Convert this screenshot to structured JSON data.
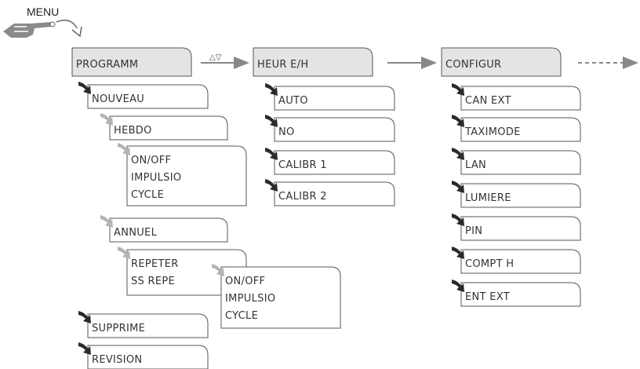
{
  "menu_label": "MENU",
  "arrow_symbols": "△▽",
  "colors": {
    "box_fill": "#ffffff",
    "header_fill": "#e4e4e4",
    "stroke": "#555555",
    "dark_arrow": "#2a2a2a",
    "light_arrow": "#b4b4b4",
    "link_arrow": "#888888"
  },
  "programm": {
    "title": "PROGRAMM",
    "nouveau": "NOUVEAU",
    "hebdo": "HEBDO",
    "hebdo_modes": [
      "ON/OFF",
      "IMPULSIO",
      "CYCLE"
    ],
    "annuel": "ANNUEL",
    "annuel_options": [
      "REPETER",
      "SS REPE"
    ],
    "annuel_modes": [
      "ON/OFF",
      "IMPULSIO",
      "CYCLE"
    ],
    "supprime": "SUPPRIME",
    "revision": "REVISION"
  },
  "heure": {
    "title": "HEUR E/H",
    "items": [
      "AUTO",
      "NO",
      "CALIBR 1",
      "CALIBR 2"
    ]
  },
  "configur": {
    "title": "CONFIGUR",
    "items": [
      "CAN EXT",
      "TAXIMODE",
      "LAN",
      "LUMIERE",
      "PIN",
      "COMPT H",
      "ENT EXT"
    ]
  }
}
